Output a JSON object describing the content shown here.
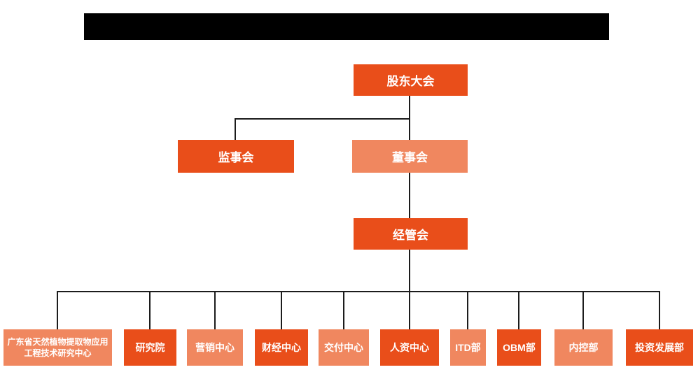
{
  "palette": {
    "background": "#ffffff",
    "redacted_bar": "#000000",
    "node_dark_orange": "#E94E1A",
    "node_light_orange": "#F0875F",
    "connector_line": "#1c1c1c",
    "node_text": "#ffffff"
  },
  "org_chart": {
    "root": {
      "label": "股东大会",
      "tone": "dark"
    },
    "level2": [
      {
        "label": "监事会",
        "tone": "dark"
      },
      {
        "label": "董事会",
        "tone": "light"
      }
    ],
    "level3": {
      "label": "经管会",
      "tone": "dark"
    },
    "departments": [
      {
        "label": "广东省天然植物提取物应用工程技术研究中心",
        "tone": "light"
      },
      {
        "label": "研究院",
        "tone": "dark"
      },
      {
        "label": "营销中心",
        "tone": "light"
      },
      {
        "label": "财经中心",
        "tone": "dark"
      },
      {
        "label": "交付中心",
        "tone": "light"
      },
      {
        "label": "人资中心",
        "tone": "dark"
      },
      {
        "label": "ITD部",
        "tone": "light"
      },
      {
        "label": "OBM部",
        "tone": "dark"
      },
      {
        "label": "内控部",
        "tone": "light"
      },
      {
        "label": "投资发展部",
        "tone": "dark"
      }
    ]
  }
}
